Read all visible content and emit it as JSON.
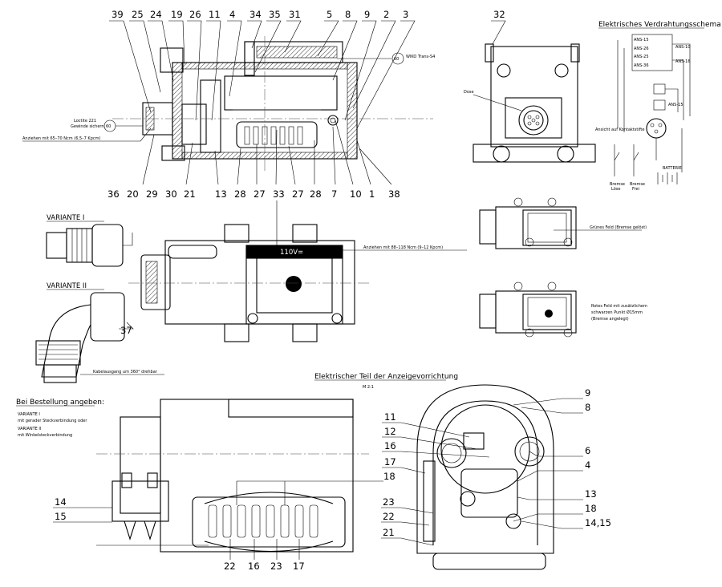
{
  "top_view_numbers": [
    "39",
    "25",
    "24",
    "19",
    "26",
    "11",
    "4",
    "34",
    "35",
    "31",
    "5",
    "8",
    "9",
    "2",
    "3"
  ],
  "top_view_bottom_numbers": [
    "36",
    "20",
    "30",
    "21",
    "13",
    "28",
    "27",
    "33",
    "27",
    "28",
    "7",
    "10",
    "1",
    "38"
  ],
  "callout_32": "32",
  "callout_29": "29",
  "callout_37": "37",
  "label_loctite": "Loctite 221\nGewinde sichern",
  "label_loctite_line1": "Loctite 221",
  "label_loctite_line2": "Gewinde sichern",
  "label_torque_left": "Anziehen mit 65–70 Ncm (6,5–7 Kpcm)",
  "label_torque_mid": "Anziehen mit 88–118 Ncm (9–12 Kpcm)",
  "label_wiko": "WIKO Trans-S4",
  "circle_ref": "60",
  "display_text": "110V=",
  "variante_1": "VARIANTE I",
  "variante_2": "VARIANTE II",
  "label_cable_outlet": "Kabelausgang um 360° drehbar",
  "order_title": "Bei Bestellung angeben:",
  "order_v1_title": "VARIANTE I",
  "order_v1_desc": "mit gerader Steckverbindung oder",
  "order_v2_title": "VARIANTE II",
  "order_v2_desc": "mit Winkelsteckverbindung",
  "label_dose": "Dose",
  "wiring_title": "Elektrisches Verdrahtungsschema",
  "wiring_labels": [
    "ANS-15",
    "ANS-26",
    "ANS-25",
    "ANS-36",
    "ANS-10",
    "ANS-16",
    "ANS-15"
  ],
  "label_ansicht_kontakt": "Ansicht auf Kontaktstifte",
  "label_batterie": "BATTERIE",
  "label_bremse_lose": "Bremse\nLöse",
  "label_bremse_lose_1": "Bremse",
  "label_bremse_lose_2": "Löse",
  "label_bremse_frei_1": "Bremse",
  "label_bremse_frei_2": "Frei",
  "label_green": "Grünes Feld (Bremse gelöst)",
  "label_red_1": "Rotes Feld mit zusätzlichem",
  "label_red_2": "schwarzen Punkt Ø15mm",
  "label_red_3": "(Bremse angelegt)",
  "label_elec_title": "Elektrischer Teil der Anzeigevorrichtung",
  "label_scale": "M 2:1",
  "bottom_left_numbers": [
    "14",
    "15"
  ],
  "bottom_mid_numbers": [
    "18",
    "22",
    "16",
    "23",
    "17"
  ],
  "right_detail_numbers": [
    "9",
    "8",
    "11",
    "12",
    "16",
    "6",
    "17",
    "4",
    "18",
    "13",
    "23",
    "22",
    "18",
    "14,15",
    "21"
  ]
}
